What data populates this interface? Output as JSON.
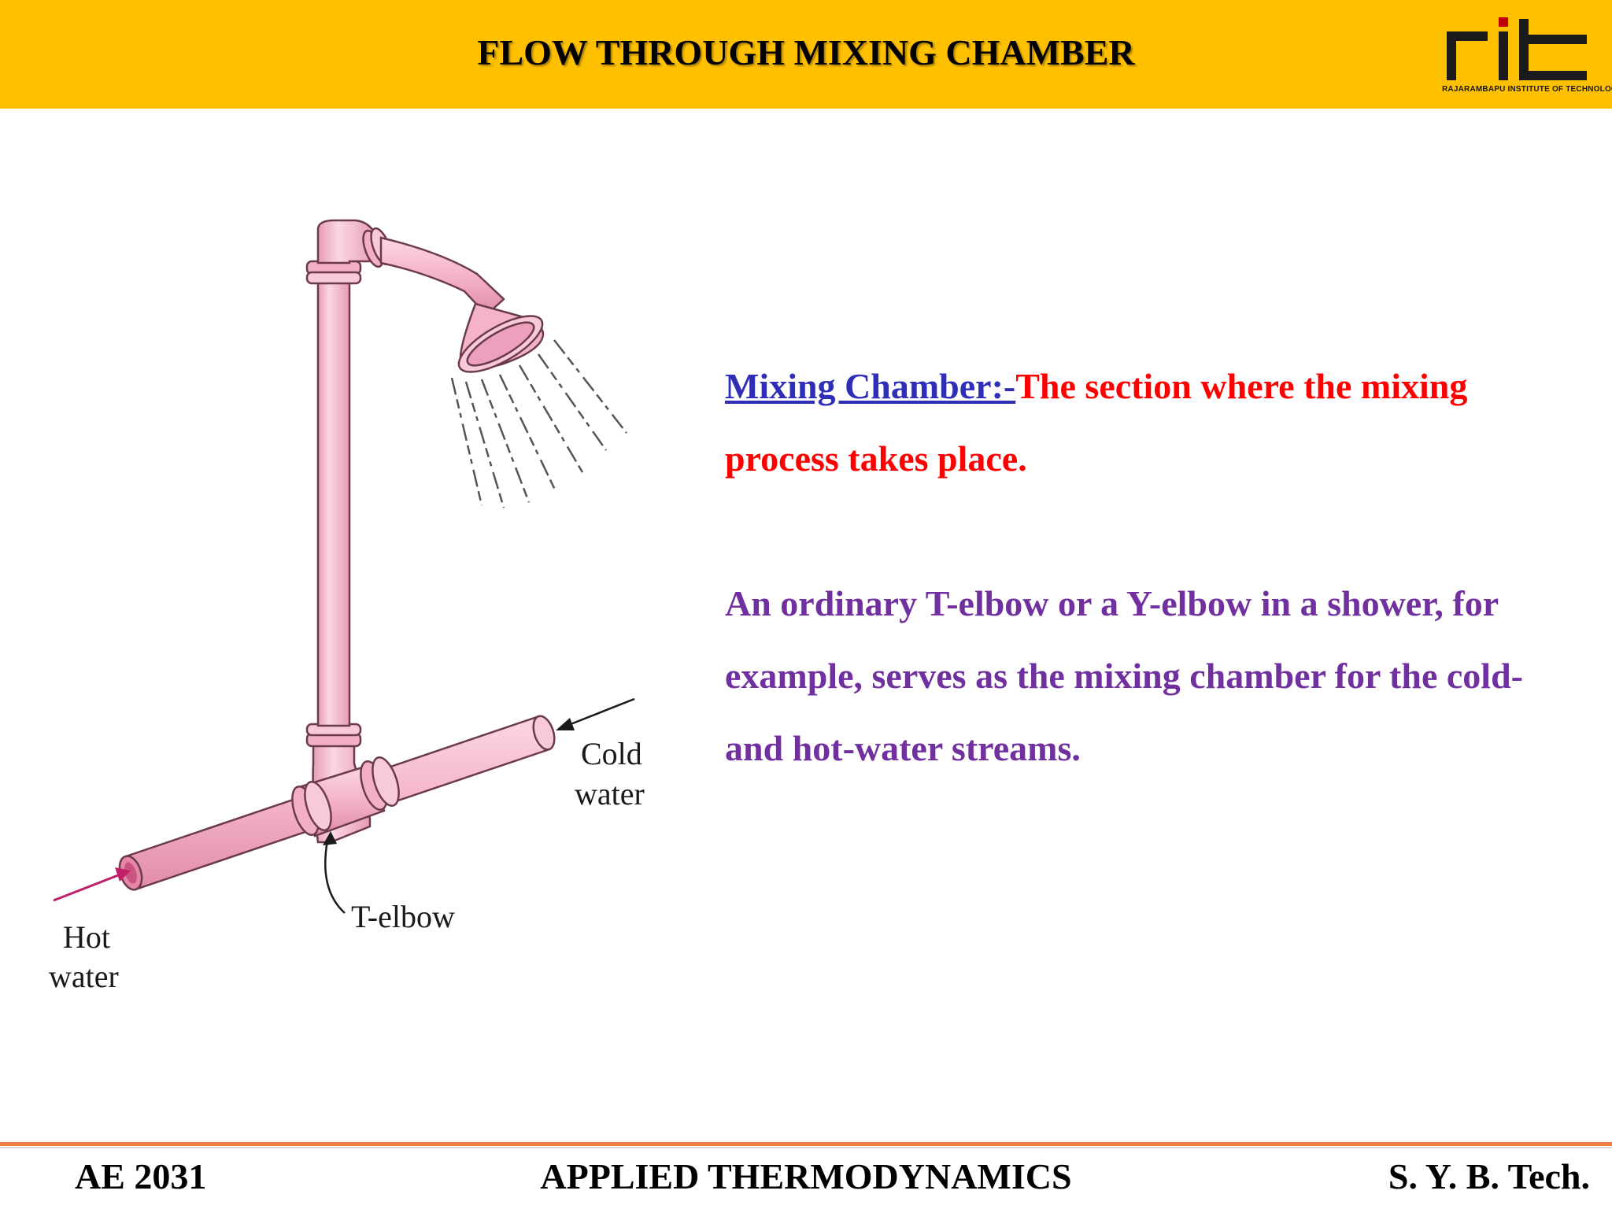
{
  "slide": {
    "title": "FLOW THROUGH MIXING CHAMBER",
    "logo": {
      "mark": "rit",
      "caption": "RAJARAMBAPU INSTITUTE OF TECHNOLOGY",
      "color": "#1a1a1a"
    },
    "header_color": "#FFC000"
  },
  "diagram": {
    "labels": {
      "cold_line1": "Cold",
      "cold_line2": "water",
      "hot_line1": "Hot",
      "hot_line2": "water",
      "elbow": "T-elbow"
    },
    "pipe_color": "#F6BFD2",
    "arrow_hot_color": "#C0206A"
  },
  "content": {
    "definition_term": "Mixing Chamber:-",
    "definition_text": "The section where the mixing process takes place.",
    "example_text": "An ordinary T-elbow or a Y-elbow in a shower, for example, serves as the mixing chamber for the cold- and hot-water streams.",
    "term_color": "#2E2EB8",
    "definition_color": "#FF0000",
    "example_color": "#7030A0"
  },
  "footer": {
    "course_code": "AE 2031",
    "course_name": "APPLIED THERMODYNAMICS",
    "class": "S. Y. B. Tech.",
    "rule_color": "#F08040"
  }
}
